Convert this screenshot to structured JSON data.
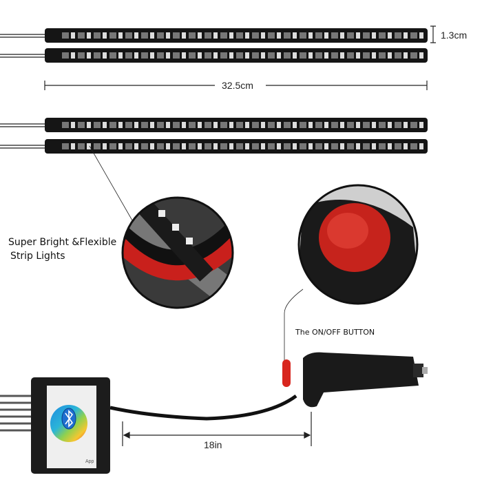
{
  "dimensions": {
    "height": "1.3cm",
    "length": "32.5cm",
    "cable": "18in"
  },
  "features": {
    "strip_line1": "Super Bright &Flexible",
    "strip_line2": "Strip Lights",
    "button": "The ON/OFF BUTTON"
  },
  "control_box": {
    "app_label": "App",
    "icon": "bluetooth-icon"
  },
  "colors": {
    "strip": "#151515",
    "button_red": "#d8261e",
    "bluetooth_blue": "#1f6fd0"
  }
}
